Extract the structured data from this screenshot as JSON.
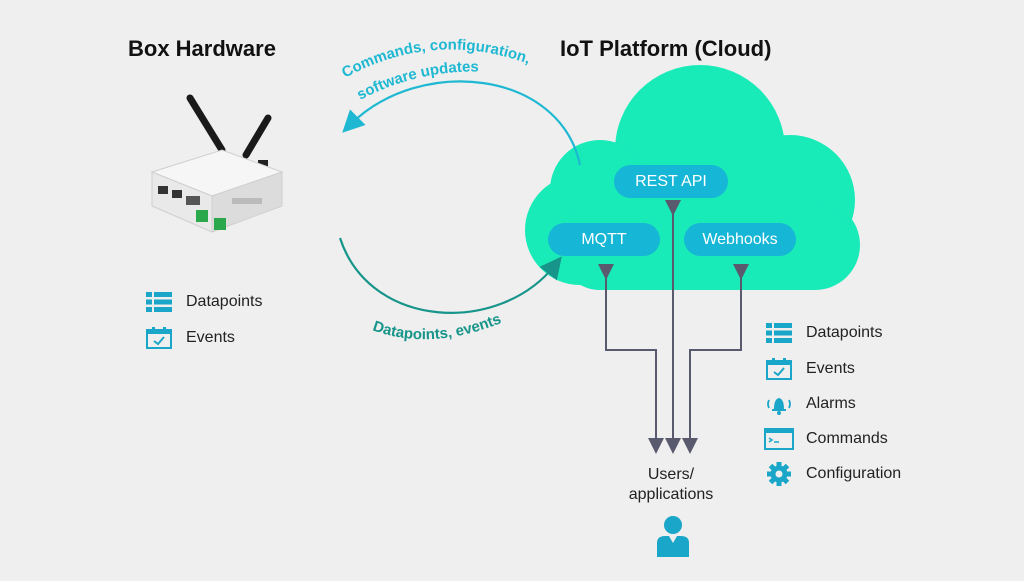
{
  "titles": {
    "box_hardware": "Box Hardware",
    "iot_platform": "IoT Platform (Cloud)"
  },
  "arrows": {
    "top_label_line1": "Commands, configuration,",
    "top_label_line2": "software updates",
    "bottom_label": "Datapoints, events"
  },
  "cloud": {
    "rest_api": "REST API",
    "mqtt": "MQTT",
    "webhooks": "Webhooks"
  },
  "box_legend": [
    {
      "icon": "list-icon",
      "label": "Datapoints"
    },
    {
      "icon": "calendar-check-icon",
      "label": "Events"
    }
  ],
  "platform_legend": [
    {
      "icon": "list-icon",
      "label": "Datapoints"
    },
    {
      "icon": "calendar-check-icon",
      "label": "Events"
    },
    {
      "icon": "bell-icon",
      "label": "Alarms"
    },
    {
      "icon": "terminal-icon",
      "label": "Commands"
    },
    {
      "icon": "gear-icon",
      "label": "Configuration"
    }
  ],
  "users": {
    "line1": "Users/",
    "line2": "applications",
    "icon": "user-icon"
  },
  "colors": {
    "cloud": "#18eab8",
    "pill": "#16b6d6",
    "top_arrow": "#1fb8d2",
    "bottom_arrow": "#17958a",
    "connector": "#5a5a6e",
    "icon": "#1aa6c8",
    "background": "#efefef"
  }
}
